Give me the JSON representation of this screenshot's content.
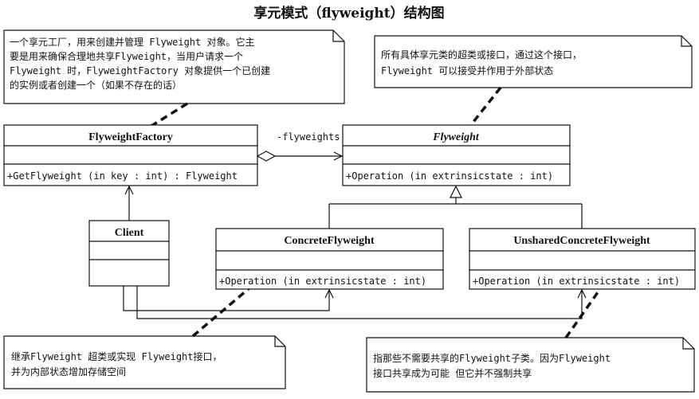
{
  "title": "享元模式（flyweight）结构图",
  "notes": {
    "factory": [
      "一个享元工厂，用来创建并管理 Flyweight 对象。它主",
      "要是用来确保合理地共享Flyweight，当用户请求一个",
      "Flyweight 时，FlyweightFactory 对象提供一个已创建",
      "的实例或者创建一个（如果不存在的话）"
    ],
    "flyweight": [
      "所有具体享元类的超类或接口，通过这个接口，",
      "Flyweight 可以接受并作用于外部状态"
    ],
    "concrete": [
      "继承Flyweight 超类或实现 Flyweight接口，",
      "并为内部状态增加存储空间"
    ],
    "unshared": [
      "指那些不需要共享的Flyweight子类。因为Flyweight",
      "接口共享成为可能  但它并不强制共享"
    ]
  },
  "classes": {
    "factory": {
      "name": "FlyweightFactory",
      "op": "+GetFlyweight (in key  : int) : Flyweight"
    },
    "flyweight": {
      "name": "Flyweight",
      "op": "+Operation (in extrinsicstate  : int)"
    },
    "client": {
      "name": "Client"
    },
    "concrete": {
      "name": "ConcreteFlyweight",
      "op": "+Operation (in extrinsicstate  : int)"
    },
    "unshared": {
      "name": "UnsharedConcreteFlyweight",
      "op": "+Operation (in extrinsicstate  : int)"
    }
  },
  "association_label": "-flyweights"
}
